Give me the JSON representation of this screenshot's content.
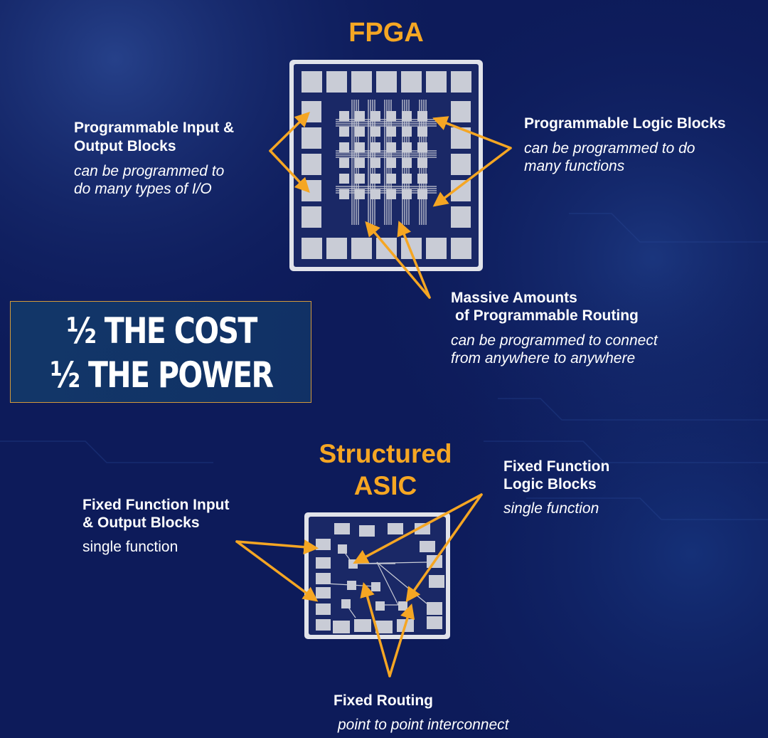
{
  "colors": {
    "background": "#0d1b5a",
    "accent": "#f5a623",
    "chip_fill": "#c9ccd6",
    "chip_frame": "#e1e3ea",
    "text": "#ffffff",
    "banner_border": "#d39a3a"
  },
  "fpga": {
    "title": "FPGA",
    "io_blocks": {
      "title_line1": "Programmable Input &",
      "title_line2": "Output Blocks",
      "desc_line1": "can be programmed to",
      "desc_line2": "do many types of I/O"
    },
    "logic_blocks": {
      "title": "Programmable Logic Blocks",
      "desc_line1": "can be programmed to do",
      "desc_line2": "many functions"
    },
    "routing": {
      "title_line1": "Massive Amounts",
      "title_line2": "of Programmable Routing",
      "desc_line1": "can be programmed to connect",
      "desc_line2": "from anywhere to anywhere"
    }
  },
  "banner": {
    "line1": "½ THE COST",
    "line2": "½ THE POWER"
  },
  "asic": {
    "title_line1": "Structured",
    "title_line2": "ASIC",
    "io_blocks": {
      "title_line1": "Fixed Function Input",
      "title_line2": "& Output Blocks",
      "desc": "single function"
    },
    "logic_blocks": {
      "title_line1": "Fixed Function",
      "title_line2": "Logic Blocks",
      "desc": "single function"
    },
    "routing": {
      "title": "Fixed Routing",
      "desc": "point to point interconnect"
    }
  }
}
